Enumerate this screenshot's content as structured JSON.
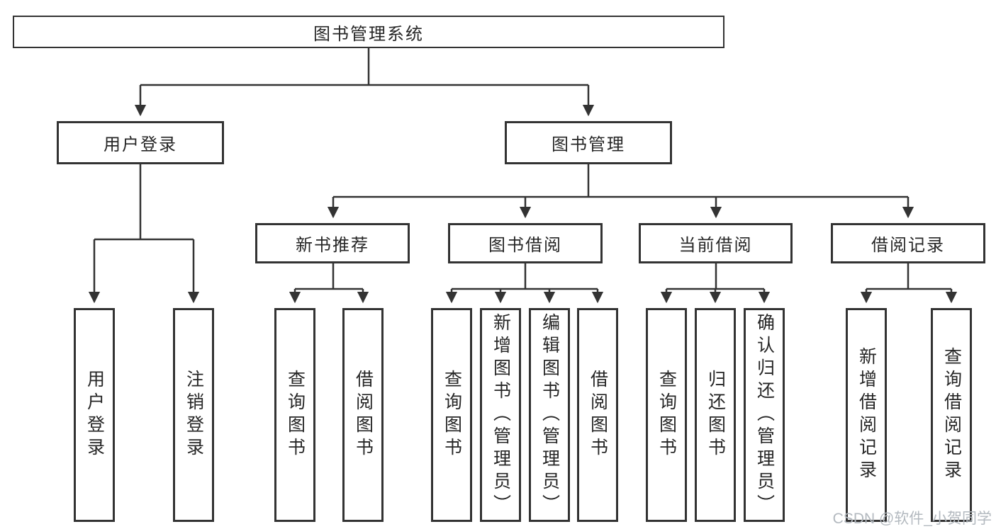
{
  "page": {
    "background": "#ffffff"
  },
  "colors": {
    "line": "#333333",
    "box_border": "#333333",
    "text": "#262626",
    "watermark": "#b3b9bf"
  },
  "watermark": {
    "text": "CSDN @软件_小贺同学"
  },
  "diagram": {
    "root": {
      "label": "图书管理系统"
    },
    "branches": [
      {
        "label": "用户登录",
        "children": [
          {
            "label": "用户登录"
          },
          {
            "label": "注销登录"
          }
        ]
      },
      {
        "label": "图书管理",
        "children": [
          {
            "label": "新书推荐",
            "children": [
              {
                "label": "查询图书"
              },
              {
                "label": "借阅图书"
              }
            ]
          },
          {
            "label": "图书借阅",
            "children": [
              {
                "label": "查询图书"
              },
              {
                "label": "新增图书（管理员）"
              },
              {
                "label": "编辑图书（管理员）"
              },
              {
                "label": "借阅图书"
              }
            ]
          },
          {
            "label": "当前借阅",
            "children": [
              {
                "label": "查询图书"
              },
              {
                "label": "归还图书"
              },
              {
                "label": "确认归还（管理员）"
              }
            ]
          },
          {
            "label": "借阅记录",
            "children": [
              {
                "label": "新增借阅记录"
              },
              {
                "label": "查询借阅记录"
              }
            ]
          }
        ]
      }
    ]
  }
}
